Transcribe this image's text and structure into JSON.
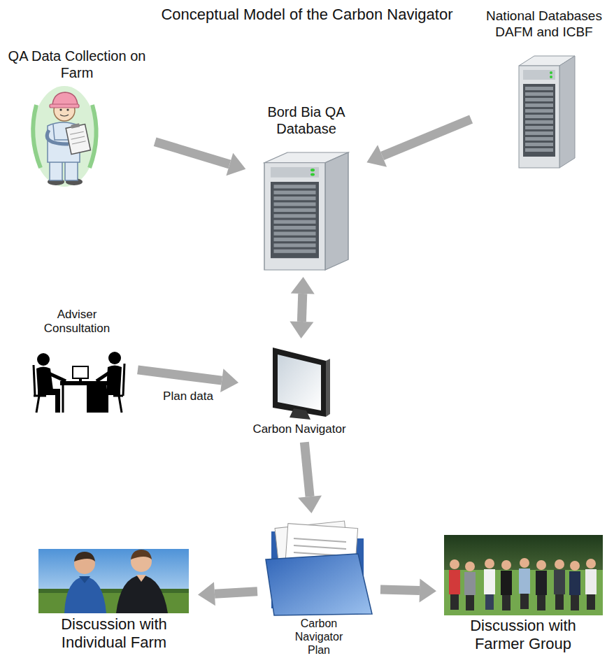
{
  "diagram": {
    "title": "Conceptual Model of the Carbon Navigator",
    "nodes": [
      {
        "text": [
          "QA Data Collection on Farm"
        ]
      },
      {
        "text": [
          "National Databases DAFM and ICBF"
        ]
      },
      {
        "text": [
          "Bord Bia QA Database"
        ]
      },
      {
        "text": [
          "Adviser Consultation"
        ]
      },
      {
        "text": [
          "Carbon Navigator"
        ]
      },
      {
        "text": [
          "Discussion with Individual Farm"
        ]
      },
      {
        "text": [
          "Carbon Navigator Plan"
        ]
      },
      {
        "text": [
          "Discussion with Farmer Group"
        ]
      }
    ],
    "edges": [
      {
        "from": 0,
        "to": 2,
        "arrow": "to"
      },
      {
        "from": 1,
        "to": 2,
        "arrow": "to"
      },
      {
        "from": 2,
        "to": 4,
        "arrow": "both"
      },
      {
        "from": 3,
        "to": 4,
        "label": "Plan data",
        "arrow": "to"
      },
      {
        "from": 4,
        "to": 6,
        "arrow": "to"
      },
      {
        "from": 6,
        "to": 5,
        "arrow": "to"
      },
      {
        "from": 6,
        "to": 7,
        "arrow": "to"
      }
    ]
  }
}
